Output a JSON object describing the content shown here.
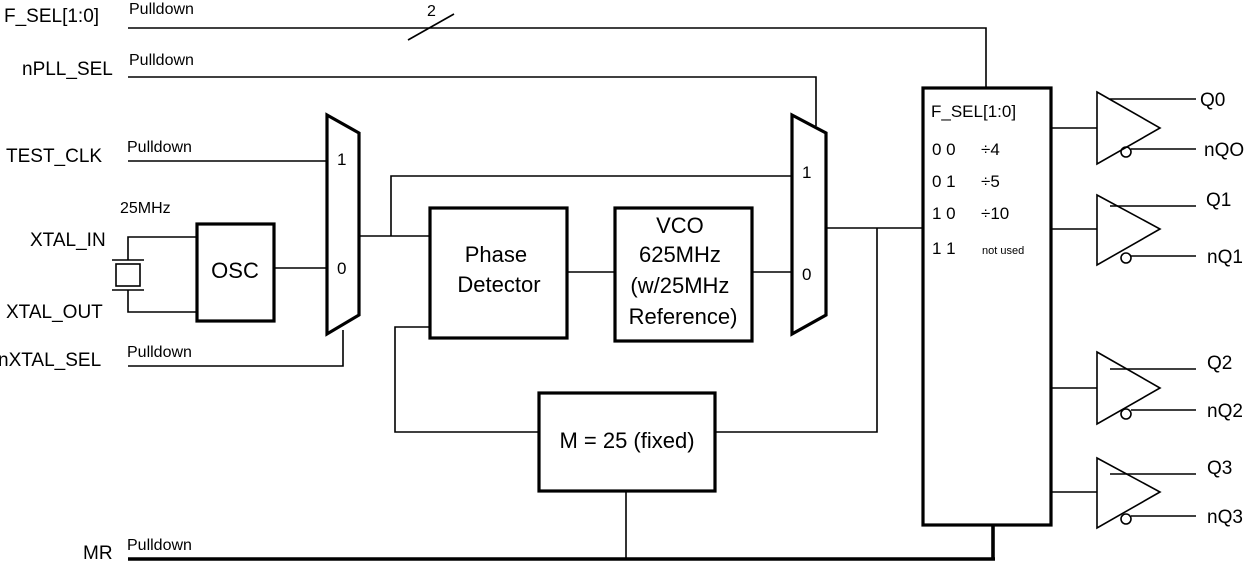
{
  "inputs": {
    "fsel": "F_SEL[1:0]",
    "npll_sel": "nPLL_SEL",
    "test_clk": "TEST_CLK",
    "xtal_in": "XTAL_IN",
    "xtal_out": "XTAL_OUT",
    "nxtal_sel": "nXTAL_SEL",
    "mr": "MR"
  },
  "pulldown": "Pulldown",
  "bus_width": "2",
  "crystal_freq": "25MHz",
  "osc": "OSC",
  "mux_input_1": "1",
  "mux_input_0": "0",
  "phase_detector": [
    "Phase",
    "Detector"
  ],
  "vco": [
    "VCO",
    "625MHz",
    "(w/25MHz",
    "Reference)"
  ],
  "feedback_divider": "M = 25 (fixed)",
  "divider_block": {
    "title": "F_SEL[1:0]",
    "rows": [
      {
        "code": "0 0",
        "ratio": "÷4"
      },
      {
        "code": "0 1",
        "ratio": "÷5"
      },
      {
        "code": "1 0",
        "ratio": "÷10"
      },
      {
        "code": "1 1",
        "ratio": "not used"
      }
    ]
  },
  "outputs": [
    {
      "pos": "Q0",
      "neg": "nQO"
    },
    {
      "pos": "Q1",
      "neg": "nQ1"
    },
    {
      "pos": "Q2",
      "neg": "nQ2"
    },
    {
      "pos": "Q3",
      "neg": "nQ3"
    }
  ]
}
